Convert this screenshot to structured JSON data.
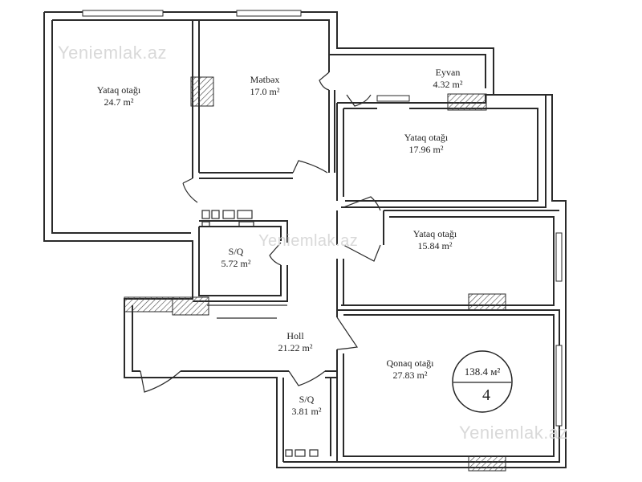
{
  "watermarks": [
    "Yeniemlak.az",
    "Yeniemlak.az",
    "Yeniemlak.az"
  ],
  "rooms": [
    {
      "name": "Yataq otağı",
      "area": "24.7 m²"
    },
    {
      "name": "Mətbəx",
      "area": "17.0 m²"
    },
    {
      "name": "Eyvan",
      "area": "4.32 m²"
    },
    {
      "name": "Yataq otağı",
      "area": "17.96 m²"
    },
    {
      "name": "Yataq otağı",
      "area": "15.84 m²"
    },
    {
      "name": "S/Q",
      "area": "5.72 m²"
    },
    {
      "name": "Holl",
      "area": "21.22 m²"
    },
    {
      "name": "Qonaq otağı",
      "area": "27.83 m²"
    },
    {
      "name": "S/Q",
      "area": "3.81 m²"
    }
  ],
  "summary": {
    "total_area": "138.4 м²",
    "room_count": "4"
  }
}
